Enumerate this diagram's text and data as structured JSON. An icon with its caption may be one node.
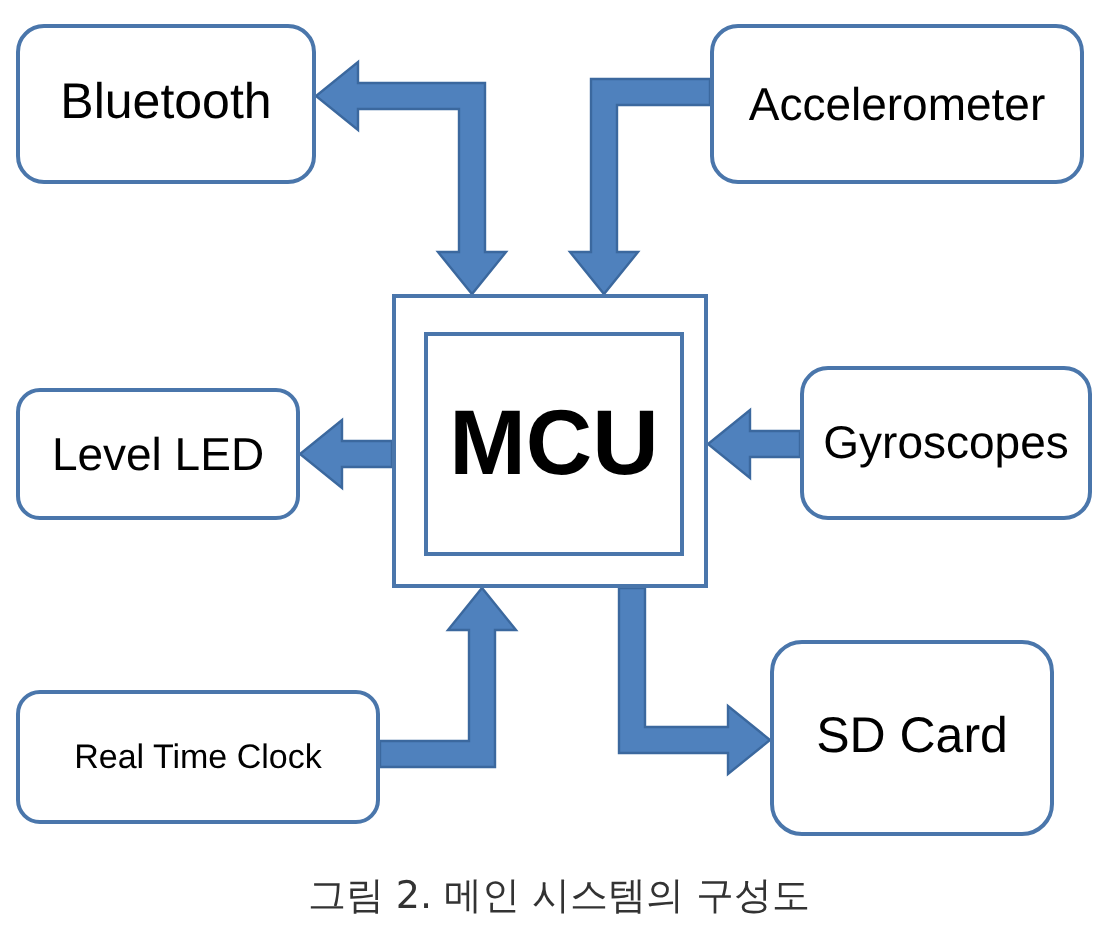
{
  "diagram": {
    "caption": "그림 2. 메인 시스템의 구성도",
    "nodes": [
      {
        "text": [
          "Bluetooth"
        ]
      },
      {
        "text": [
          "Accelerometer"
        ]
      },
      {
        "text": [],
        "shape": "box"
      },
      {
        "text": [
          "MCU"
        ],
        "in": 2
      },
      {
        "text": [
          "Level LED"
        ]
      },
      {
        "text": [
          "Gyroscopes"
        ]
      },
      {
        "text": [
          "Real Time Clock"
        ]
      },
      {
        "text": [
          "SD Card"
        ]
      }
    ],
    "edges": [
      {
        "from": 0,
        "to": 2,
        "arrow": "both",
        "style": "thick"
      },
      {
        "from": 1,
        "to": 2,
        "arrow": "to",
        "style": "thick"
      },
      {
        "from": 2,
        "to": 4,
        "arrow": "to",
        "style": "thick"
      },
      {
        "from": 5,
        "to": 2,
        "arrow": "to",
        "style": "thick"
      },
      {
        "from": 6,
        "to": 2,
        "arrow": "to",
        "style": "thick"
      },
      {
        "from": 2,
        "to": 7,
        "arrow": "to",
        "style": "thick"
      }
    ]
  }
}
